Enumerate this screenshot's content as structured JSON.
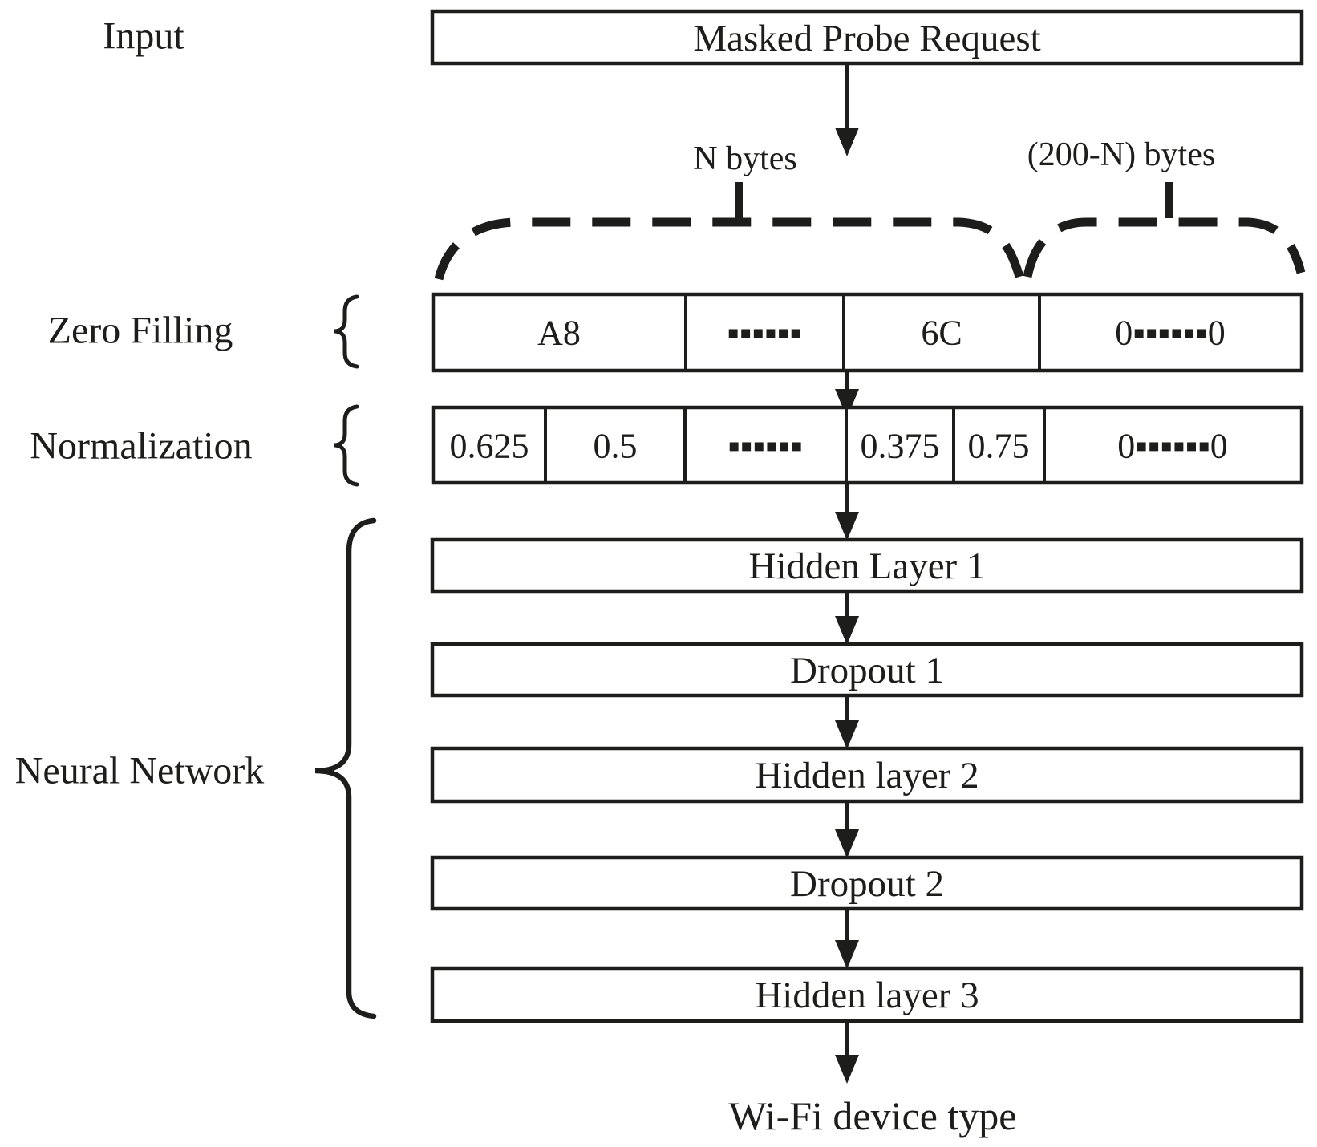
{
  "figure": {
    "colors": {
      "ink": "#1d1d1b",
      "background": "#ffffff"
    },
    "input": {
      "label": "Input",
      "box_label": "Masked Probe Request"
    },
    "byte_annotations": {
      "left": "N bytes",
      "right": "(200-N) bytes"
    },
    "stages": {
      "zero_filling": {
        "label": "Zero Filling",
        "cells": [
          "A8",
          "▪▪▪▪▪▪",
          "6C",
          "0▪▪▪▪▪▪0"
        ]
      },
      "normalization": {
        "label": "Normalization",
        "cells": [
          "0.625",
          "0.5",
          "▪▪▪▪▪▪",
          "0.375",
          "0.75",
          "0▪▪▪▪▪▪0"
        ]
      },
      "neural_network": {
        "label": "Neural Network",
        "layers": [
          "Hidden Layer 1",
          "Dropout 1",
          "Hidden layer 2",
          "Dropout 2",
          "Hidden layer 3"
        ]
      }
    },
    "output": {
      "label": "Wi-Fi device type"
    }
  }
}
